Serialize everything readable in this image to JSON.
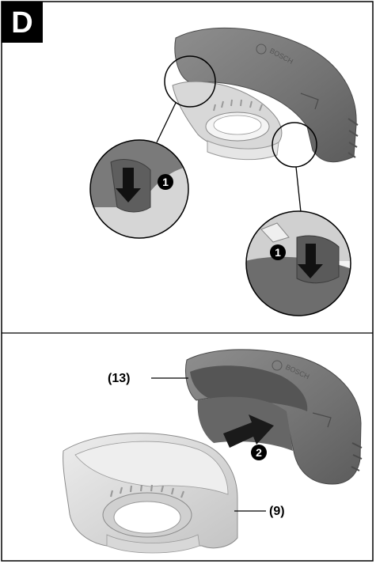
{
  "panel": {
    "letter": "D",
    "brand_text": "BOSCH"
  },
  "callouts": {
    "step_one": "1",
    "step_two": "2",
    "part_guard_cover": "(13)",
    "part_guard": "(9)"
  },
  "colors": {
    "cover_dark": "#6f6f6f",
    "cover_mid": "#8a8a8a",
    "cover_light": "#a8a8a8",
    "guard_light": "#e2e2e2",
    "guard_mid": "#c9c9c9",
    "arrow": "#1a1a1a",
    "frame": "#000000"
  }
}
